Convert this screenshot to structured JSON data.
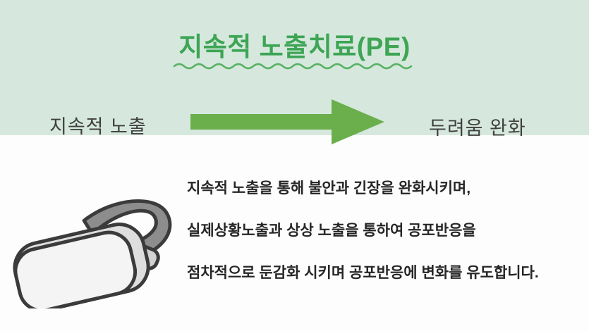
{
  "slide": {
    "title": "지속적 노출치료(PE)",
    "flow": {
      "left_label": "지속적 노출",
      "right_label": "두려움 완화"
    },
    "body_lines": [
      "지속적 노출을 통해 불안과 긴장을 완화시키며,",
      "실제상황노출과 상상 노출을 통하여 공포반응을",
      "점차적으로 둔감화 시키며 공포반응에 변화를 유도합니다."
    ],
    "colors": {
      "title_green": "#3da554",
      "wave_green": "#58b264",
      "arrow_green": "#6aaf4c",
      "band_mint": "#d6e8de",
      "background": "#fdfdfd",
      "text_dark": "#262626",
      "label_gray": "#404040"
    },
    "icons": {
      "arrow": "right-arrow",
      "illustration": "vr-headset"
    }
  }
}
